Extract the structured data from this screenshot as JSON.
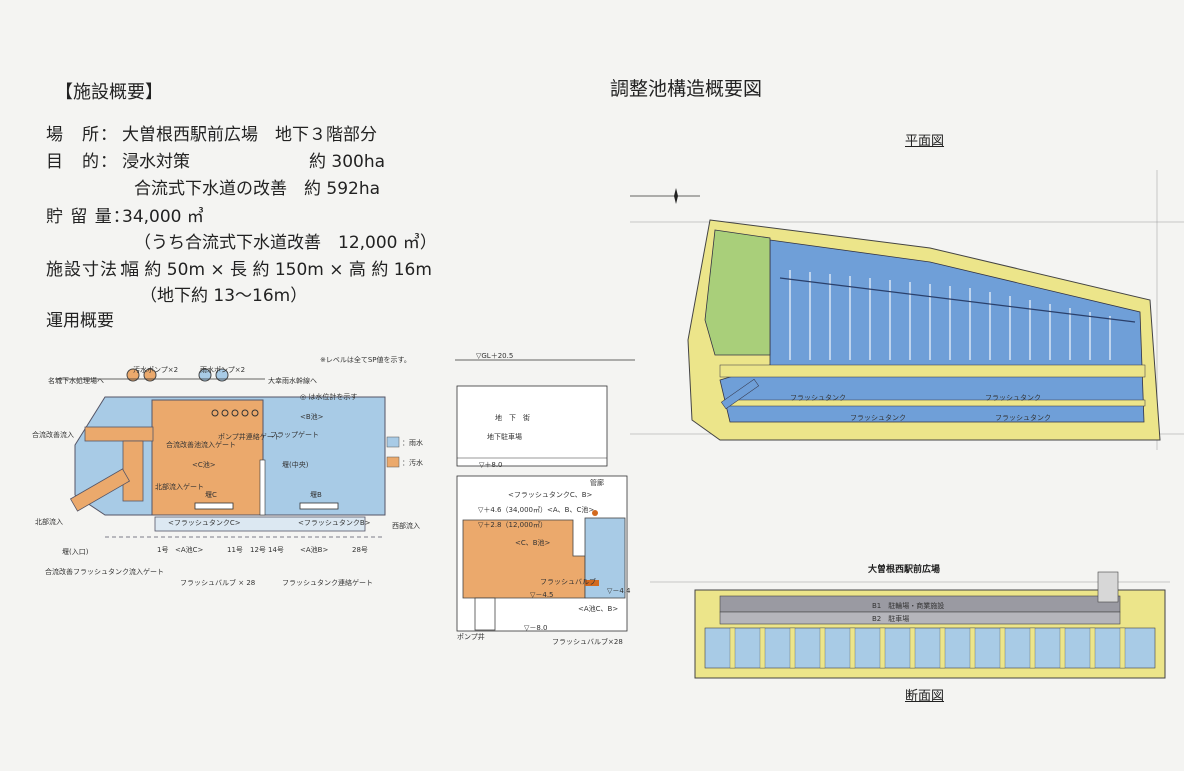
{
  "overview": {
    "heading": "【施設概要】",
    "rows": [
      {
        "key": "場　所：",
        "value": "大曽根西駅前広場　地下３階部分"
      },
      {
        "key": "目　的：",
        "value": "浸水対策　　　　　　　約 300ha"
      },
      {
        "key": "",
        "value": "合流式下水道の改善　約 592ha"
      },
      {
        "key": "貯 留 量：",
        "value": "34,000 ㎥"
      },
      {
        "key": "",
        "value": "（うち合流式下水道改善　12,000 ㎥）"
      },
      {
        "key": "施設寸法：",
        "value": "幅 約 50m × 長 約 150m × 高 約 16m"
      },
      {
        "key": "",
        "value": "（地下約 13〜16m）"
      }
    ],
    "operation": "運用概要"
  },
  "structure": {
    "title": "調整池構造概要図",
    "plan_label": "平面図",
    "section_label": "断面図",
    "section_caption": "大曽根西駅前広場"
  },
  "left_diagram": {
    "note": "※レベルは全てSP値を示す。",
    "sewage_pump": "汚水ポンプ×2",
    "rain_pump": "雨水ポンプ×2",
    "to_treatment": "名城下水処理場へ",
    "to_trunk": "大幸雨水幹線へ",
    "gauge": "◎ は水位計を示す",
    "combined_inflow": "合流改善流入",
    "north_inflow": "北部流入",
    "west_inflow": "西部流入",
    "pond_b": "<B池>",
    "pond_c": "<C池>",
    "pond_a_c": "<A池C>",
    "pond_a_b": "<A池B>",
    "pump_well_gate": "ポンプ井連絡ゲート",
    "combined_gate": "合流改善池流入ゲート",
    "north_gate": "北部流入ゲート",
    "flap_gate": "フラップゲート",
    "weir_mid": "堰(中央)",
    "weir_c": "堰C",
    "weir_b": "堰B",
    "weir_inlet": "堰(入口)",
    "flush_tank_c": "<フラッシュタンクC>",
    "flush_tank_b": "<フラッシュタンクB>",
    "legend_rain": "：雨水",
    "legend_sewage": "：汚水",
    "num_1": "1号",
    "num_11": "11号",
    "num_12": "12号",
    "num_14": "14号",
    "num_28": "28号",
    "flush_gate_label": "合流改善フラッシュタンク流入ゲート",
    "flush_valve": "フラッシュバルブ × 28",
    "flush_link_gate": "フラッシュタンク連絡ゲート"
  },
  "mid_diagram": {
    "gl": "▽GL＋20.5",
    "underground_mall": "地　下　街",
    "underground_parking": "地下駐車場",
    "level_8": "▽＋8.0",
    "flush_cb": "<フラッシュタンクC、B>",
    "shaft": "管廊",
    "level_46": "▽＋4.6（34,000㎥）<A、B、C池>",
    "level_28": "▽＋2.8（12,000㎥）",
    "pond_cb": "<C、B池>",
    "flush_valve": "フラッシュバルブ",
    "level_m45": "▽－4.5",
    "level_m44": "▽－4.4",
    "pond_acb": "<A池C、B>",
    "pump_well": "ポンプ井",
    "level_m80": "▽－8.0",
    "flush_valve_28": "フラッシュバルブ×28"
  },
  "plan": {
    "flush_tank": "フラッシュタンク"
  },
  "section": {
    "floor_b1": "B1　駐輪場・商業施設",
    "floor_b2": "B2　駐車場"
  },
  "colors": {
    "rain": "#a8cbe6",
    "sewage": "#eba96c",
    "wall_yellow": "#ece58a",
    "plan_blue": "#6f9fd8",
    "plan_green": "#a9cf7a",
    "section_grey": "#9a9aa2"
  }
}
